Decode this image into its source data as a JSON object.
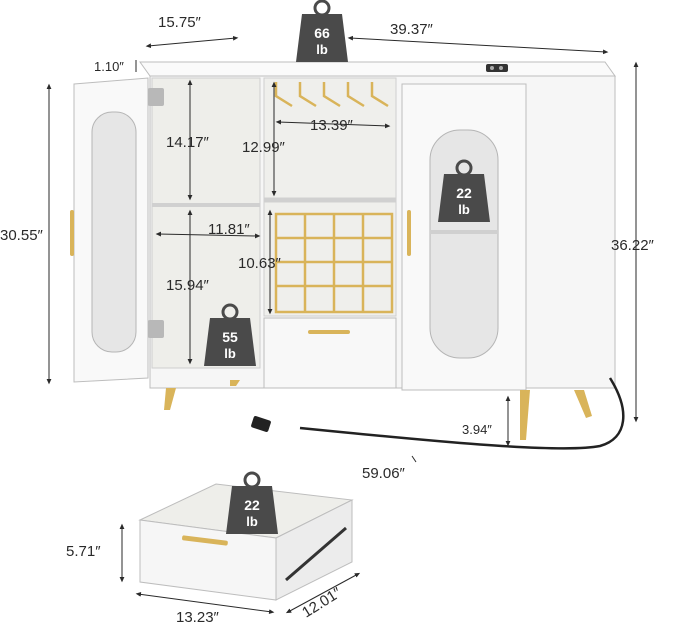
{
  "dimensions": {
    "depth": "15.75″",
    "width": "39.37″",
    "top_thickness": "1.10″",
    "door_height": "30.55″",
    "total_height": "36.22″",
    "upper_left_shelf": "14.17″",
    "upper_mid_shelf": "12.99″",
    "glass_rack_width": "13.39″",
    "inner_left_width": "11.81″",
    "wine_rack_height": "10.63″",
    "lower_left_shelf": "15.94″",
    "leg_height": "3.94″",
    "cord_length": "59.06″",
    "drawer_height": "5.71″",
    "drawer_width": "13.23″",
    "drawer_depth": "12.01″"
  },
  "weights": {
    "top": {
      "value": "66",
      "unit": "lb"
    },
    "right_shelf": {
      "value": "22",
      "unit": "lb"
    },
    "left_shelf": {
      "value": "55",
      "unit": "lb"
    },
    "drawer": {
      "value": "22",
      "unit": "lb"
    }
  },
  "colors": {
    "cabinet": "#f6f6f6",
    "outline": "#bdbdbd",
    "interior": "#eeeeea",
    "gold": "#d9b45a",
    "weight_badge": "#4a4a4a",
    "text": "#2a2a2a"
  }
}
